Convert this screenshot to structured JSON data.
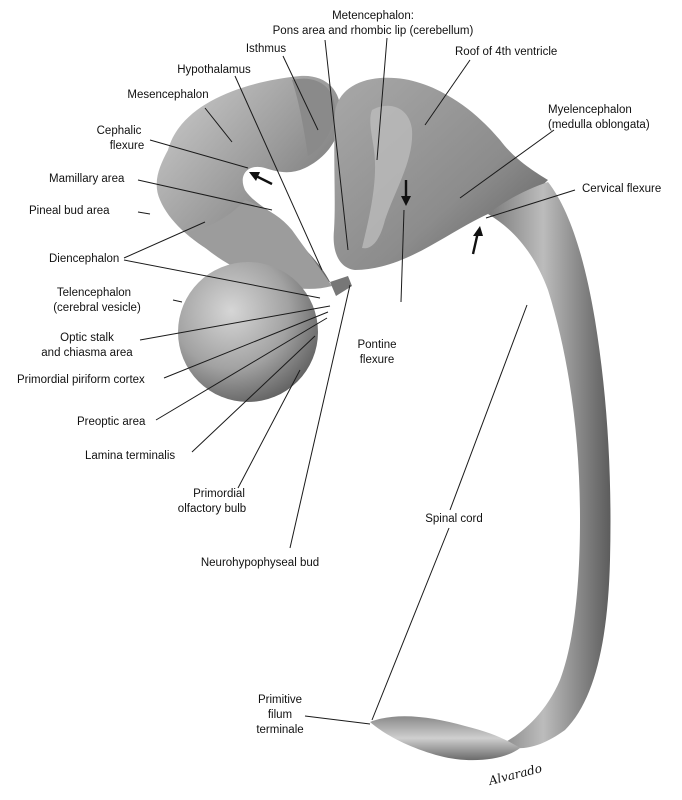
{
  "figure": {
    "labels": {
      "metencephalon_title": "Metencephalon:",
      "metencephalon_detail": "Pons area and rhombic lip (cerebellum)",
      "isthmus": "Isthmus",
      "hypothalamus": "Hypothalamus",
      "roof_4th_ventricle": "Roof of 4th ventricle",
      "mesencephalon": "Mesencephalon",
      "myelencephalon_title": "Myelencephalon",
      "myelencephalon_detail": "(medulla oblongata)",
      "cephalic_flexure_1": "Cephalic",
      "cephalic_flexure_2": "flexure",
      "mamillary_area": "Mamillary area",
      "cervical_flexure": "Cervical flexure",
      "pineal_bud_area": "Pineal bud area",
      "diencephalon": "Diencephalon",
      "telencephalon_1": "Telencephalon",
      "telencephalon_2": "(cerebral vesicle)",
      "optic_stalk_1": "Optic stalk",
      "optic_stalk_2": "and chiasma area",
      "pontine_flexure_1": "Pontine",
      "pontine_flexure_2": "flexure",
      "primordial_piriform_cortex": "Primordial piriform cortex",
      "preoptic_area": "Preoptic area",
      "lamina_terminalis": "Lamina terminalis",
      "primordial_olfactory_bulb_1": "Primordial",
      "primordial_olfactory_bulb_2": "olfactory bulb",
      "spinal_cord": "Spinal cord",
      "neurohypophyseal_bud": "Neurohypophyseal bud",
      "primitive_filum_1": "Primitive",
      "primitive_filum_2": "filum",
      "primitive_filum_3": "terminale"
    },
    "signature": "Alvarado",
    "colors": {
      "tissue_light": "#bdbdbd",
      "tissue_mid": "#8e8e8e",
      "tissue_dark": "#555555",
      "ink": "#111111"
    }
  }
}
